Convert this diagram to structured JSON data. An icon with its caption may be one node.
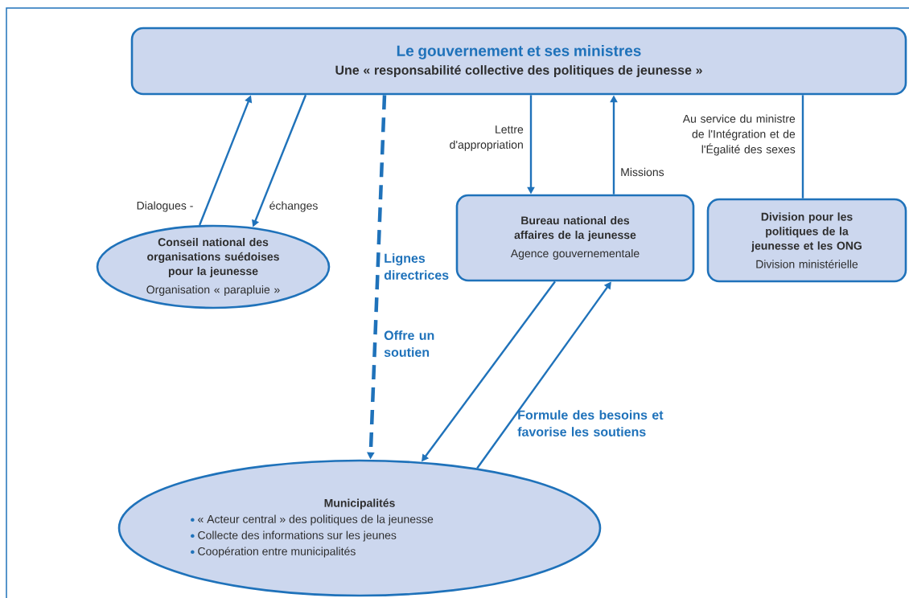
{
  "diagram": {
    "nodes": [
      {
        "text": [
          "Le gouvernement et ses ministres",
          "Une « responsabilité collective des politiques de jeunesse »"
        ]
      },
      {
        "text": [
          "Conseil national des organisations suédoises pour la jeunesse",
          "Organisation « parapluie »"
        ]
      },
      {
        "text": [
          "Bureau national des affaires de la jeunesse",
          "Agence gouvernementale"
        ]
      },
      {
        "text": [
          "Division pour les politiques de la jeunesse et les ONG",
          "Division ministérielle"
        ]
      },
      {
        "text": [
          "Municipalités",
          "« Acteur central » des politiques de la jeunesse",
          "Collecte des informations sur les jeunes",
          "Coopération entre municipalités"
        ]
      }
    ],
    "edges": [
      {
        "from": 1,
        "to": 0,
        "arrow": "to",
        "label": "Dialogues -"
      },
      {
        "from": 0,
        "to": 1,
        "arrow": "to",
        "label": "échanges"
      },
      {
        "from": 0,
        "to": 4,
        "arrow": "to",
        "label": "Lignes directrices",
        "style": "dashed"
      },
      {
        "from": 0,
        "to": 2,
        "arrow": "to",
        "label": "Lettre d'appropriation"
      },
      {
        "from": 2,
        "to": 0,
        "arrow": "to",
        "label": "Missions"
      },
      {
        "from": 0,
        "to": 3,
        "arrow": "none",
        "label": "Au service du ministre de l'Intégration et de l'Égalité des sexes"
      },
      {
        "from": 2,
        "to": 4,
        "arrow": "to"
      },
      {
        "from": 4,
        "to": 2,
        "arrow": "to",
        "label": "Formule des besoins et favorise les soutiens"
      }
    ],
    "labels": [
      "Offre un soutien"
    ]
  }
}
